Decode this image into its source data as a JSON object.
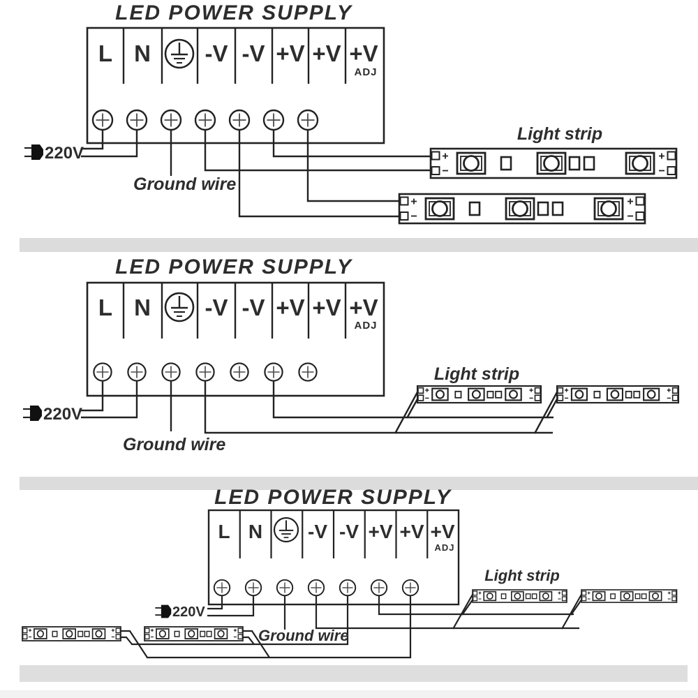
{
  "colors": {
    "line": "#222222",
    "text": "#2d2d2d",
    "separator": "#dcdcdc",
    "background": "#ffffff",
    "plug": "#111111"
  },
  "polarity": {
    "plus": "+",
    "minus": "-"
  },
  "sections": [
    {
      "title": "LED POWER SUPPLY",
      "input_voltage": "220V",
      "ground_label": "Ground wire",
      "strip_label": "Light strip",
      "terminals": {
        "l": "L",
        "n": "N",
        "neg1": "-V",
        "neg2": "-V",
        "pos1": "+V",
        "pos2": "+V",
        "pos3": "+V",
        "adj": "ADJ"
      }
    },
    {
      "title": "LED POWER SUPPLY",
      "input_voltage": "220V",
      "ground_label": "Ground wire",
      "strip_label": "Light strip",
      "terminals": {
        "l": "L",
        "n": "N",
        "neg1": "-V",
        "neg2": "-V",
        "pos1": "+V",
        "pos2": "+V",
        "pos3": "+V",
        "adj": "ADJ"
      }
    },
    {
      "title": "LED POWER SUPPLY",
      "input_voltage": "220V",
      "ground_label": "Ground wire",
      "strip_label": "Light strip",
      "terminals": {
        "l": "L",
        "n": "N",
        "neg1": "-V",
        "neg2": "-V",
        "pos1": "+V",
        "pos2": "+V",
        "pos3": "+V",
        "adj": "ADJ"
      }
    }
  ]
}
